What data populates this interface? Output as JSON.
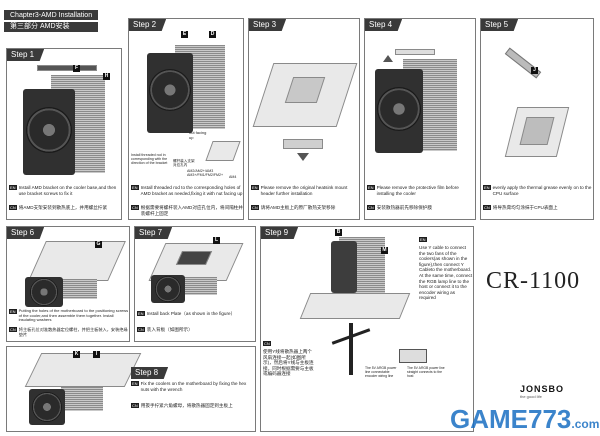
{
  "chapter": {
    "title_en": "Chapter3-AMD Installation",
    "title_cn": "第三部分 AMD安装"
  },
  "steps": {
    "step1": {
      "label": "Step 1",
      "en": "Install AMD bracket on the cooler base,and then use bracket screws to fix it",
      "cn": "将AMD支架安装到散热底上，并用螺丝拧紧",
      "letters": [
        "F",
        "H"
      ]
    },
    "step2": {
      "label": "Step 2",
      "en": "Install threaded rod to the corresponding holes of AMD bracket as needed,fixing it with nut facing up",
      "cn": "根据需要将螺杆装入AMD对应孔位内，将间隔柱并装螺杆上固定",
      "letters": [
        "E",
        "D"
      ],
      "note_en": "Install threaded rod in corresponding with the direction of the bracket",
      "note_cn": "螺杆装入支架对应孔内",
      "note_nut": "nut facing up",
      "sockets": "AM2/AM2+/AM3 AM3+/FM1/FM2/FM2+",
      "code": "AM4"
    },
    "step3": {
      "label": "Step 3",
      "en": "Please remove the original heatsink mount header further installation",
      "cn": "请将AMD主板上的原厂散热支架移除"
    },
    "step4": {
      "label": "Step 4",
      "en": "Please remove the protective film before installing the cooler",
      "cn": "安装散热器前先移除保护膜"
    },
    "step5": {
      "label": "Step 5",
      "en": "evenly apply the thermal grease evenly on to the CPU surface",
      "cn": "将导热膏均匀涂抹于CPU表面上",
      "letters": [
        "J"
      ]
    },
    "step6": {
      "label": "Step 6",
      "en": "Putting the holes of the motherboard to the positioning screws of the cooler,and then assemble them together. Install insulating washers",
      "cn": "将主板孔位对准散热器定位螺柱，并把主板装入，安装绝缘垫片",
      "letters": [
        "G"
      ]
    },
    "step7": {
      "label": "Step 7",
      "en": "Install back Plate（as shown in the figure）",
      "cn": "装入背板（如图所示）",
      "letters": [
        "L"
      ]
    },
    "step8": {
      "label": "Step 8",
      "en": "Fix the coolers on the motherboard by fixing the hex nuts with the wrench",
      "cn": "用扳手拧紧六角螺母，将散热器固定到主板上",
      "letters": [
        "K",
        "I"
      ]
    },
    "step9": {
      "label": "Step 9",
      "en": "Use Y cable to connect the two fans of the coolers(as shown in the figure),then connect Y Cableto the motherboard. At the same time, connect the RGB lamp line to the host or connect it to the encoder wiring as required",
      "cn": "使用Y线将散热器上两个风扇连接一起(如图所示)，然后将Y线与主板连接。同时根据需要与主板或编码器连接",
      "letters": [
        "B",
        "M"
      ],
      "callout1": "The 5V ARGB power line connectable encoder wiring line",
      "callout2": "The 5V ARGB power line straight connects to the host"
    }
  },
  "badges": {
    "en": "EN",
    "cn": "CN"
  },
  "product": {
    "model": "CR-1100",
    "brand": "JONSBO",
    "brand_sub": "the good life"
  },
  "watermark": {
    "site": "GAME773",
    "suffix": ".com"
  },
  "colors": {
    "tag_bg": "#3a3a3a",
    "border": "#7a7a7a",
    "watermark_blue": "#1a6fc2"
  }
}
